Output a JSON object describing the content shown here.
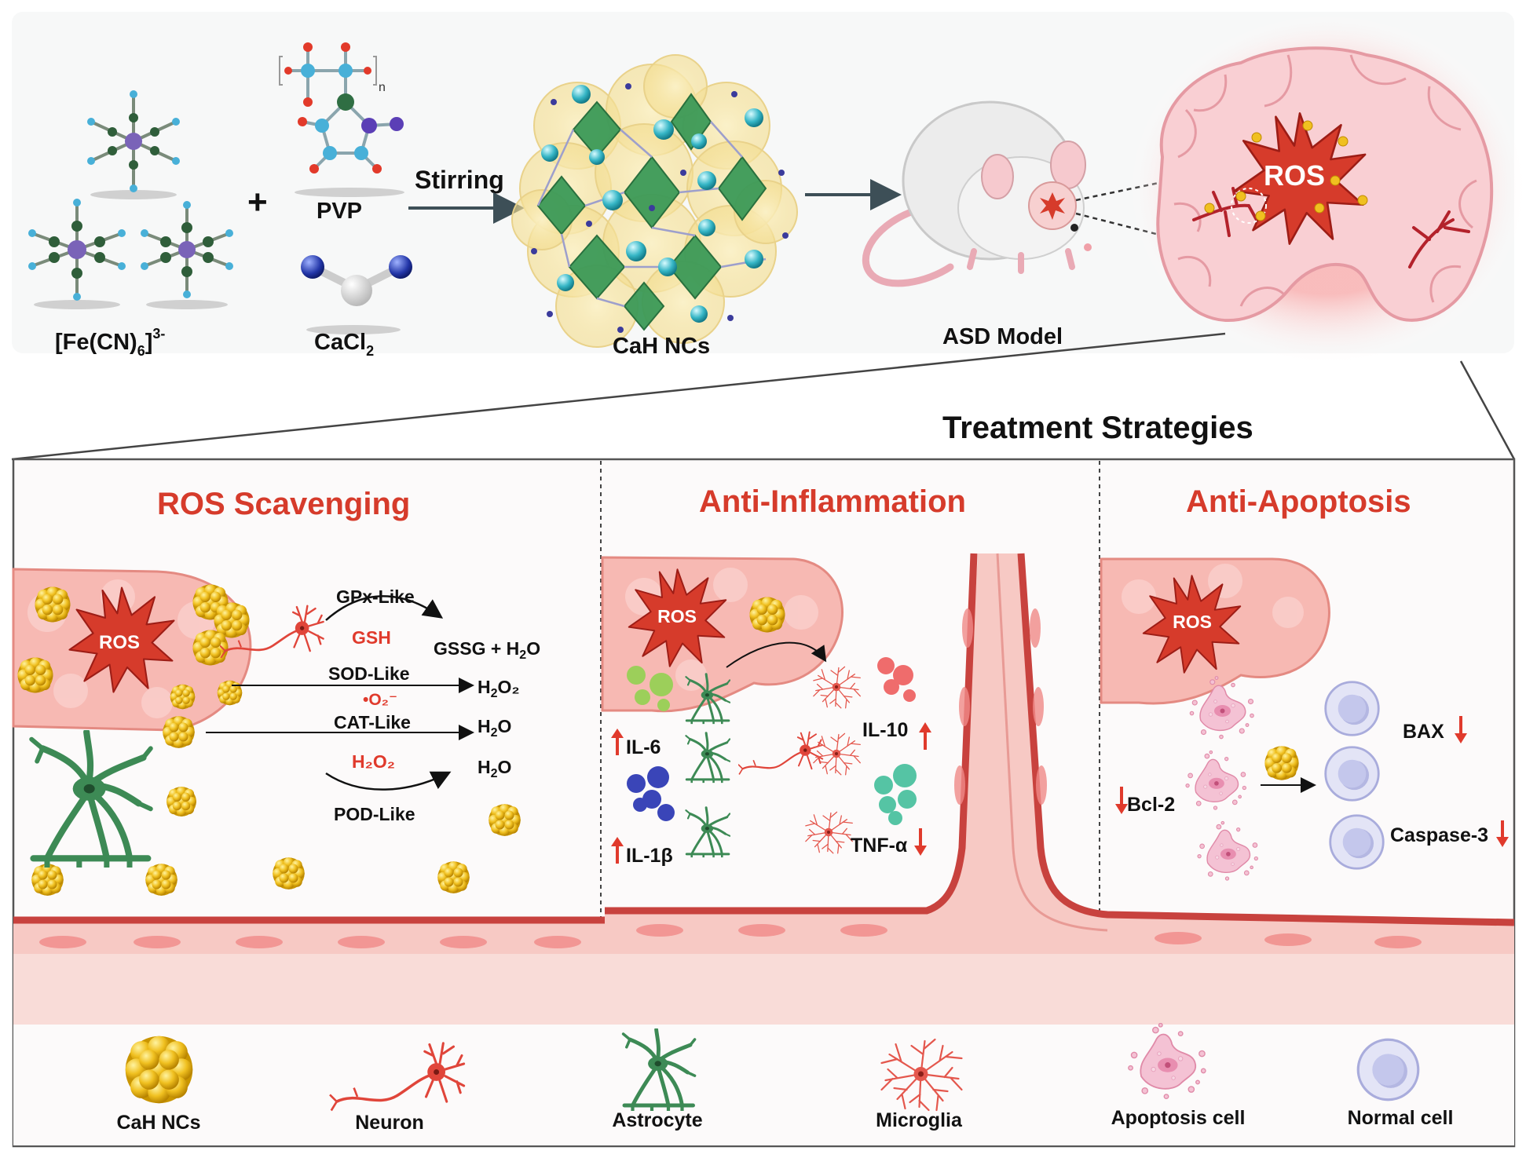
{
  "synthesis": {
    "ferricyanide_label": "[Fe(CN)",
    "ferricyanide_sub": "6",
    "ferricyanide_close": "]",
    "ferricyanide_sup": "3-",
    "plus": "+",
    "pvp_label": "PVP",
    "pvp_repeat": "n",
    "cacl2_label": "CaCl",
    "cacl2_sub": "2",
    "stirring_label": "Stirring",
    "nanocube_label": "CaH NCs",
    "model_label": "ASD Model",
    "brain_ros_label": "ROS"
  },
  "treatment_title": "Treatment Strategies",
  "panels": {
    "ros": {
      "title": "ROS Scavenging",
      "ros_label": "ROS",
      "reactions": [
        {
          "enzyme": "GPx-Like",
          "substrate": "GSH",
          "product": "GSSG + H",
          "product_sub": "2",
          "product_tail": "O"
        },
        {
          "enzyme": "SOD-Like",
          "substrate": "•O₂⁻",
          "product": "H",
          "product_sub": "2",
          "product_tail": "O₂"
        },
        {
          "enzyme": "CAT-Like",
          "substrate": "H₂O₂",
          "product": "H",
          "product_sub": "2",
          "product_tail": "O"
        },
        {
          "enzyme": "POD-Like",
          "substrate": "",
          "product": "H",
          "product_sub": "2",
          "product_tail": "O"
        }
      ]
    },
    "inflammation": {
      "title": "Anti-Inflammation",
      "ros_label": "ROS",
      "il6": "IL-6",
      "il1b": "IL-1β",
      "il10": "IL-10",
      "tnfa": "TNF-α"
    },
    "apoptosis": {
      "title": "Anti-Apoptosis",
      "ros_label": "ROS",
      "bcl2": "Bcl-2",
      "bax": "BAX",
      "caspase": "Caspase-3"
    }
  },
  "legend": [
    {
      "name": "CaH NCs"
    },
    {
      "name": "Neuron"
    },
    {
      "name": "Astrocyte"
    },
    {
      "name": "Microglia"
    },
    {
      "name": "Apoptosis cell"
    },
    {
      "name": "Normal cell"
    }
  ],
  "colors": {
    "ros_red": "#d63b2b",
    "astrocyte_green": "#3d8a55",
    "nanoparticle_gold": "#e8b820",
    "tissue_pink": "#f7c9c4",
    "vessel_red": "#c8423e"
  }
}
